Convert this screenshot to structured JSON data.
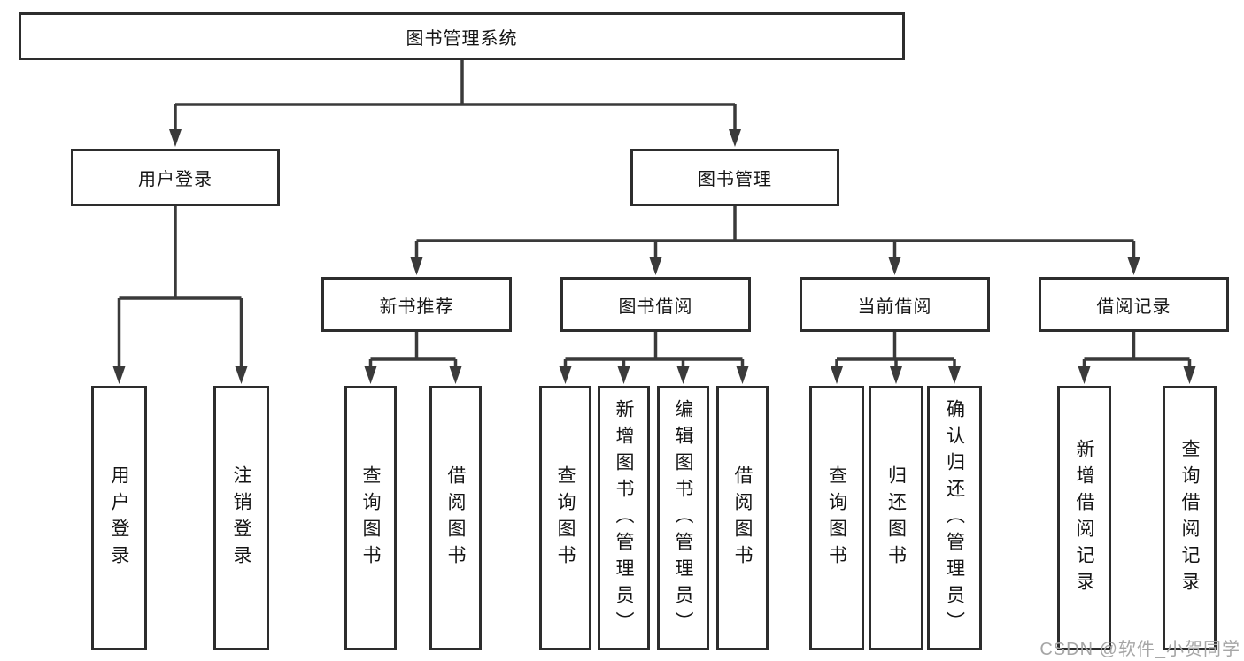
{
  "diagram": {
    "root": {
      "label": "图书管理系统"
    },
    "branches": [
      {
        "label": "用户登录",
        "children": [
          {
            "label": "用户登录"
          },
          {
            "label": "注销登录"
          }
        ]
      },
      {
        "label": "图书管理",
        "children": [
          {
            "label": "新书推荐",
            "children": [
              {
                "label": "查询图书"
              },
              {
                "label": "借阅图书"
              }
            ]
          },
          {
            "label": "图书借阅",
            "children": [
              {
                "label": "查询图书"
              },
              {
                "label": "新增图书（管理员）"
              },
              {
                "label": "编辑图书（管理员）"
              },
              {
                "label": "借阅图书"
              }
            ]
          },
          {
            "label": "当前借阅",
            "children": [
              {
                "label": "查询图书"
              },
              {
                "label": "归还图书"
              },
              {
                "label": "确认归还（管理员）"
              }
            ]
          },
          {
            "label": "借阅记录",
            "children": [
              {
                "label": "新增借阅记录"
              },
              {
                "label": "查询借阅记录"
              }
            ]
          }
        ]
      }
    ]
  },
  "watermark": {
    "text": "CSDN @软件_小贺同学"
  },
  "colors": {
    "line": "#3a3a3a",
    "box_border": "#2d2d2d",
    "text": "#151515",
    "watermark": "#a6a6a6",
    "background": "#ffffff"
  }
}
